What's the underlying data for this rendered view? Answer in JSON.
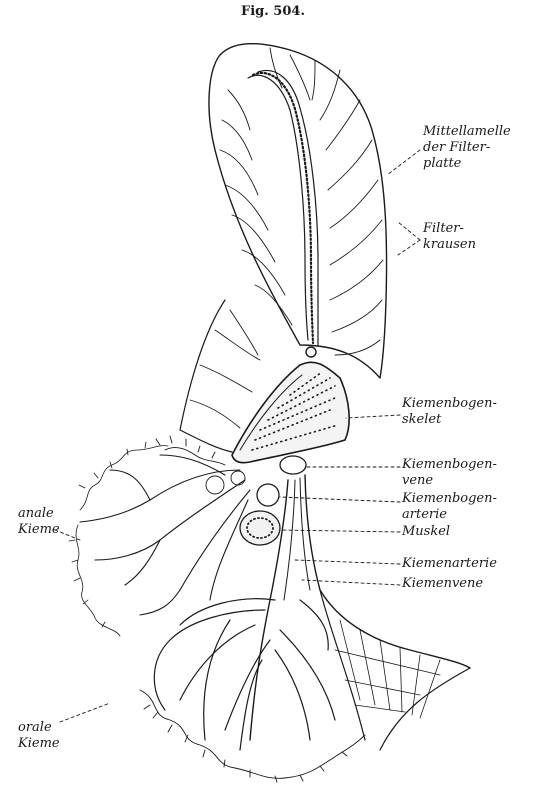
{
  "figure": {
    "title": "Fig. 504."
  },
  "labels": {
    "mittellamelle": [
      "Mittellamelle",
      "der Filter-",
      "platte"
    ],
    "filterkrausen": [
      "Filter-",
      "krausen"
    ],
    "kiemenbogenskelet": [
      "Kiemenbogen-",
      "skelet"
    ],
    "kiemenbogenvene": [
      "Kiemenbogen-",
      "vene"
    ],
    "kiemenbogenarterie": [
      "Kiemenbogen-",
      "arterie"
    ],
    "muskel": [
      "Muskel"
    ],
    "kiemenarterie": [
      "Kiemenarterie"
    ],
    "kiemenvene": [
      "Kiemenvene"
    ],
    "anale_kieme": [
      "anale",
      "Kieme"
    ],
    "orale_kieme": [
      "orale",
      "Kieme"
    ]
  },
  "colors": {
    "ink": "#1a1a1a",
    "paper": "#ffffff"
  }
}
